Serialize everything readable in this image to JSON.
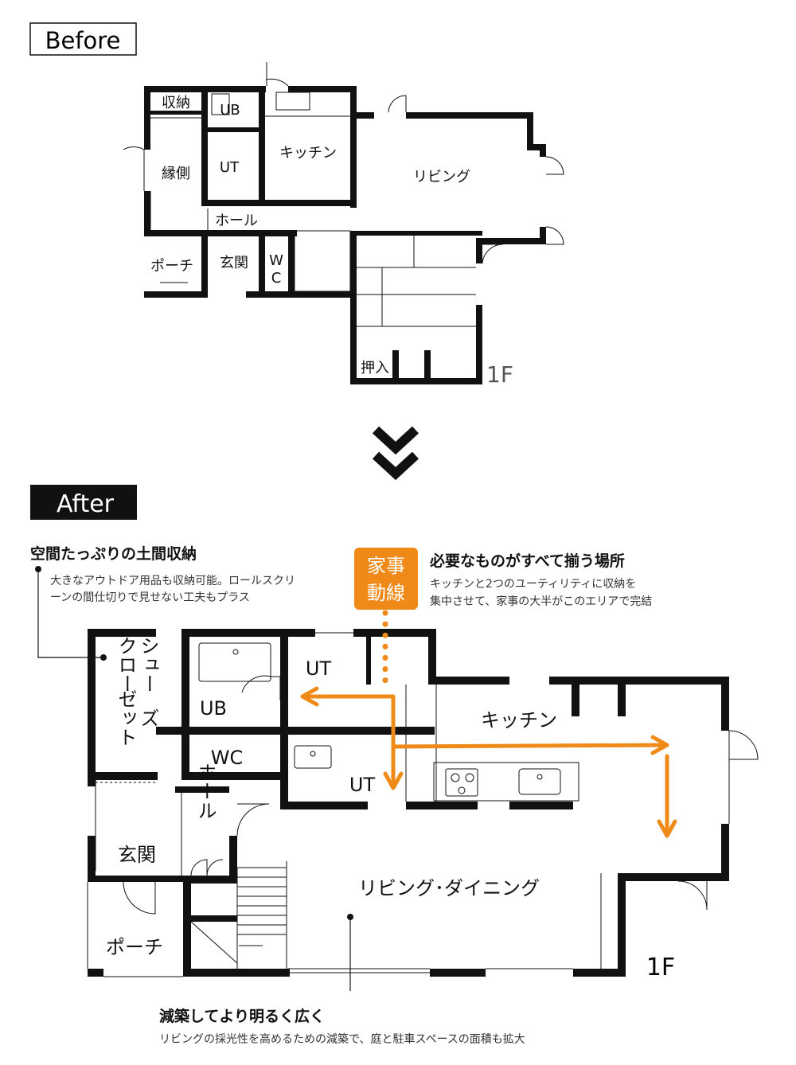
{
  "before": {
    "label": "Before",
    "floor": "1F",
    "rooms": {
      "storage": "収納",
      "ub": "UB",
      "kitchen": "キッチン",
      "living": "リビング",
      "engawa": "縁側",
      "ut": "UT",
      "hall": "ホール",
      "porch": "ポーチ",
      "entrance": "玄関",
      "wc_w": "W",
      "wc_c": "C",
      "closet": "押入"
    }
  },
  "after": {
    "label": "After",
    "floor": "1F",
    "rooms": {
      "shoe_closet_1": "シュー",
      "shoe_closet_2": "ズ",
      "shoe_closet_3": "クロー",
      "shoe_closet_4": "ゼット",
      "ub": "UB",
      "ut_top": "UT",
      "ut_bottom": "UT",
      "kitchen": "キッチン",
      "wc": "WC",
      "hall": "ホール",
      "entrance": "玄関",
      "porch": "ポーチ",
      "living_dining": "リビング･ダイニング"
    },
    "flow_badge": {
      "line1": "家事",
      "line2": "動線"
    }
  },
  "annotations": {
    "storage": {
      "title": "空間たっぷりの土間収納",
      "line1": "大きなアウトドア用品も収納可能。ロールスクリ",
      "line2": "ーンの間仕切りで見せない工夫もプラス"
    },
    "chores": {
      "title": "必要なものがすべて揃う場所",
      "line1": "キッチンと2つのユーティリティに収納を",
      "line2": "集中させて、家事の大半がこのエリアで完結"
    },
    "bright": {
      "title": "減築してより明るく広く",
      "line1": "リビングの採光性を高めるための減築で、庭と駐車スペースの面積も拡大"
    }
  },
  "colors": {
    "accent": "#ef8a18",
    "wall": "#111111"
  }
}
